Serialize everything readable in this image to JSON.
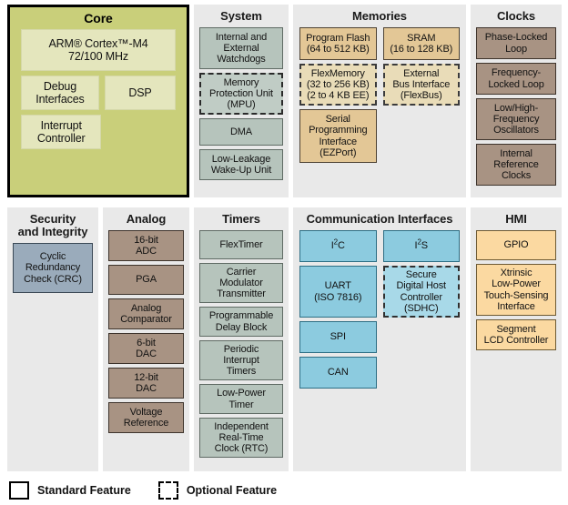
{
  "legend": {
    "standard": "Standard Feature",
    "optional": "Optional Feature"
  },
  "colors": {
    "background": "#e9e9e9",
    "core_outer": "#c9cf7a",
    "core_inner": "#e4e6bd",
    "system_sage": "#b6c4bc",
    "memories_tan": "#e3c796",
    "clocks_brown": "#a89383",
    "comms_blue": "#8ccbdf",
    "hmi_orange": "#fbd9a1",
    "security_slate": "#9aabbb"
  },
  "sections": {
    "core": {
      "title": "Core",
      "blocks": [
        {
          "label": "ARM® Cortex™-M4\n72/100 MHz",
          "optional": false
        },
        {
          "label": "Debug\nInterfaces",
          "optional": false
        },
        {
          "label": "DSP",
          "optional": false
        },
        {
          "label": "Interrupt\nController",
          "optional": false
        }
      ]
    },
    "system": {
      "title": "System",
      "blocks": [
        {
          "label": "Internal and\nExternal\nWatchdogs",
          "optional": false
        },
        {
          "label": "Memory\nProtection Unit\n(MPU)",
          "optional": true
        },
        {
          "label": "DMA",
          "optional": false
        },
        {
          "label": "Low-Leakage\nWake-Up Unit",
          "optional": false
        }
      ]
    },
    "memories": {
      "title": "Memories",
      "left": [
        {
          "label": "Program Flash\n(64 to 512 KB)",
          "optional": false
        },
        {
          "label": "FlexMemory\n(32 to 256 KB)\n(2 to 4 KB EE)",
          "optional": true
        },
        {
          "label": "Serial\nProgramming\nInterface\n(EZPort)",
          "optional": false
        }
      ],
      "right": [
        {
          "label": "SRAM\n(16 to 128 KB)",
          "optional": false
        },
        {
          "label": "External\nBus Interface\n(FlexBus)",
          "optional": true
        }
      ]
    },
    "clocks": {
      "title": "Clocks",
      "blocks": [
        {
          "label": "Phase-Locked\nLoop",
          "optional": false
        },
        {
          "label": "Frequency-\nLocked Loop",
          "optional": false
        },
        {
          "label": "Low/High-\nFrequency\nOscillators",
          "optional": false
        },
        {
          "label": "Internal\nReference\nClocks",
          "optional": false
        }
      ]
    },
    "security": {
      "title": "Security\nand Integrity",
      "blocks": [
        {
          "label": "Cyclic\nRedundancy\nCheck (CRC)",
          "optional": false
        }
      ]
    },
    "analog": {
      "title": "Analog",
      "blocks": [
        {
          "label": "16-bit\nADC",
          "optional": false
        },
        {
          "label": "PGA",
          "optional": false
        },
        {
          "label": "Analog\nComparator",
          "optional": false
        },
        {
          "label": "6-bit\nDAC",
          "optional": false
        },
        {
          "label": "12-bit\nDAC",
          "optional": false
        },
        {
          "label": "Voltage\nReference",
          "optional": false
        }
      ]
    },
    "timers": {
      "title": "Timers",
      "blocks": [
        {
          "label": "FlexTimer",
          "optional": false
        },
        {
          "label": "Carrier\nModulator\nTransmitter",
          "optional": false
        },
        {
          "label": "Programmable\nDelay Block",
          "optional": false
        },
        {
          "label": "Periodic\nInterrupt\nTimers",
          "optional": false
        },
        {
          "label": "Low-Power\nTimer",
          "optional": false
        },
        {
          "label": "Independent\nReal-Time\nClock (RTC)",
          "optional": false
        }
      ]
    },
    "comms": {
      "title": "Communication Interfaces",
      "left": [
        {
          "label": "I²C",
          "optional": false
        },
        {
          "label": "UART\n(ISO 7816)",
          "optional": false
        },
        {
          "label": "SPI",
          "optional": false
        },
        {
          "label": "CAN",
          "optional": false
        }
      ],
      "right": [
        {
          "label": "I²S",
          "optional": false
        },
        {
          "label": "Secure\nDigital Host\nController\n(SDHC)",
          "optional": true
        }
      ]
    },
    "hmi": {
      "title": "HMI",
      "blocks": [
        {
          "label": "GPIO",
          "optional": false
        },
        {
          "label": "Xtrinsic\nLow-Power\nTouch-Sensing\nInterface",
          "optional": false
        },
        {
          "label": "Segment\nLCD Controller",
          "optional": false
        }
      ]
    }
  }
}
